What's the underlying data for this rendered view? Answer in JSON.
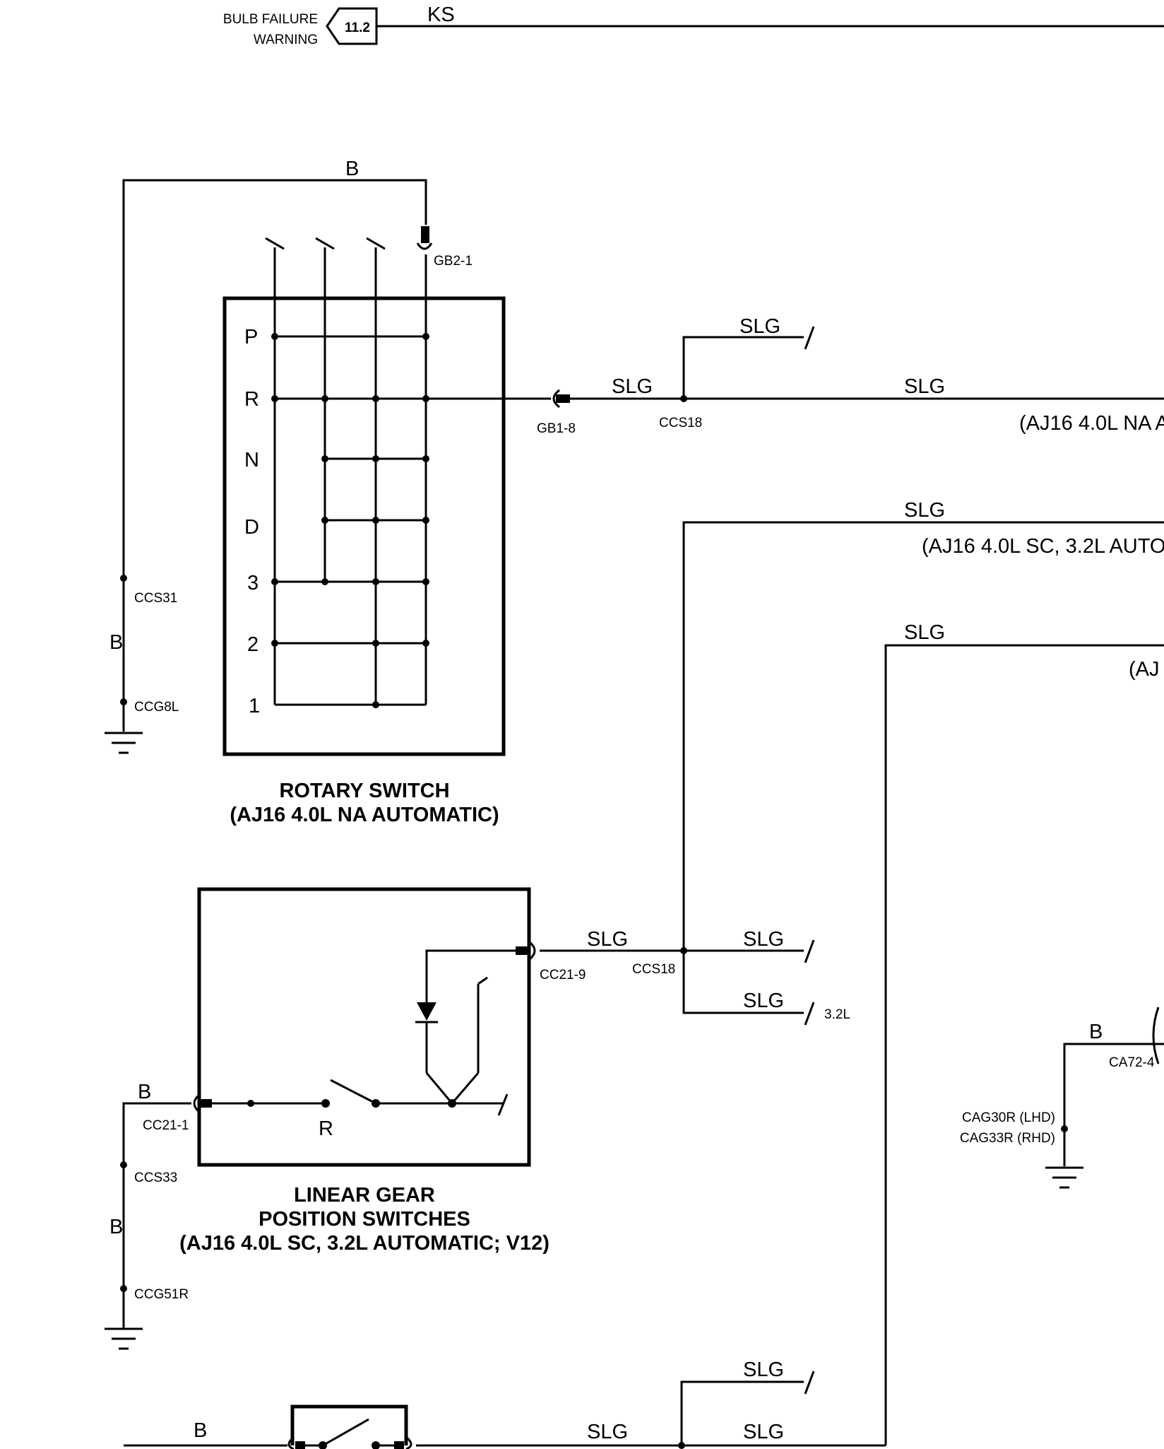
{
  "reference": {
    "label_line1": "BULB FAILURE",
    "label_line2": "WARNING",
    "page": "11.2",
    "wire": "KS"
  },
  "rotary_switch": {
    "title_line1": "ROTARY SWITCH",
    "title_line2": "(AJ16 4.0L NA AUTOMATIC)",
    "gears": [
      "P",
      "R",
      "N",
      "D",
      "3",
      "2",
      "1"
    ],
    "connector_top": "GB2-1",
    "connector_out": "GB1-8",
    "splice_ground_1": "CCS31",
    "splice_ground_2": "CCG8L",
    "ground_wire_top": "B",
    "ground_wire_side": "B"
  },
  "linear_switch": {
    "title_line1": "LINEAR GEAR",
    "title_line2": "POSITION SWITCHES",
    "title_line3": "(AJ16 4.0L SC, 3.2L AUTOMATIC; V12)",
    "position_label": "R",
    "connector_in": "CC21-1",
    "connector_out": "CC21-9",
    "splice_1": "CCS33",
    "splice_2": "CCG51R",
    "wire_in": "B",
    "wire_side": "B"
  },
  "wires": {
    "slg": "SLG",
    "splice_top": "CCS18",
    "splice_mid": "CCS18",
    "note_32l": "3.2L",
    "variant_na": "(AJ16 4.0L NA A",
    "variant_sc": "(AJ16 4.0L SC, 3.2L AUTO",
    "variant_cut": "(AJ",
    "bottom_b": "B"
  },
  "right_ground": {
    "wire": "B",
    "connector": "CA72-4",
    "splice_lhd": "CAG30R (LHD)",
    "splice_rhd": "CAG33R (RHD)"
  }
}
